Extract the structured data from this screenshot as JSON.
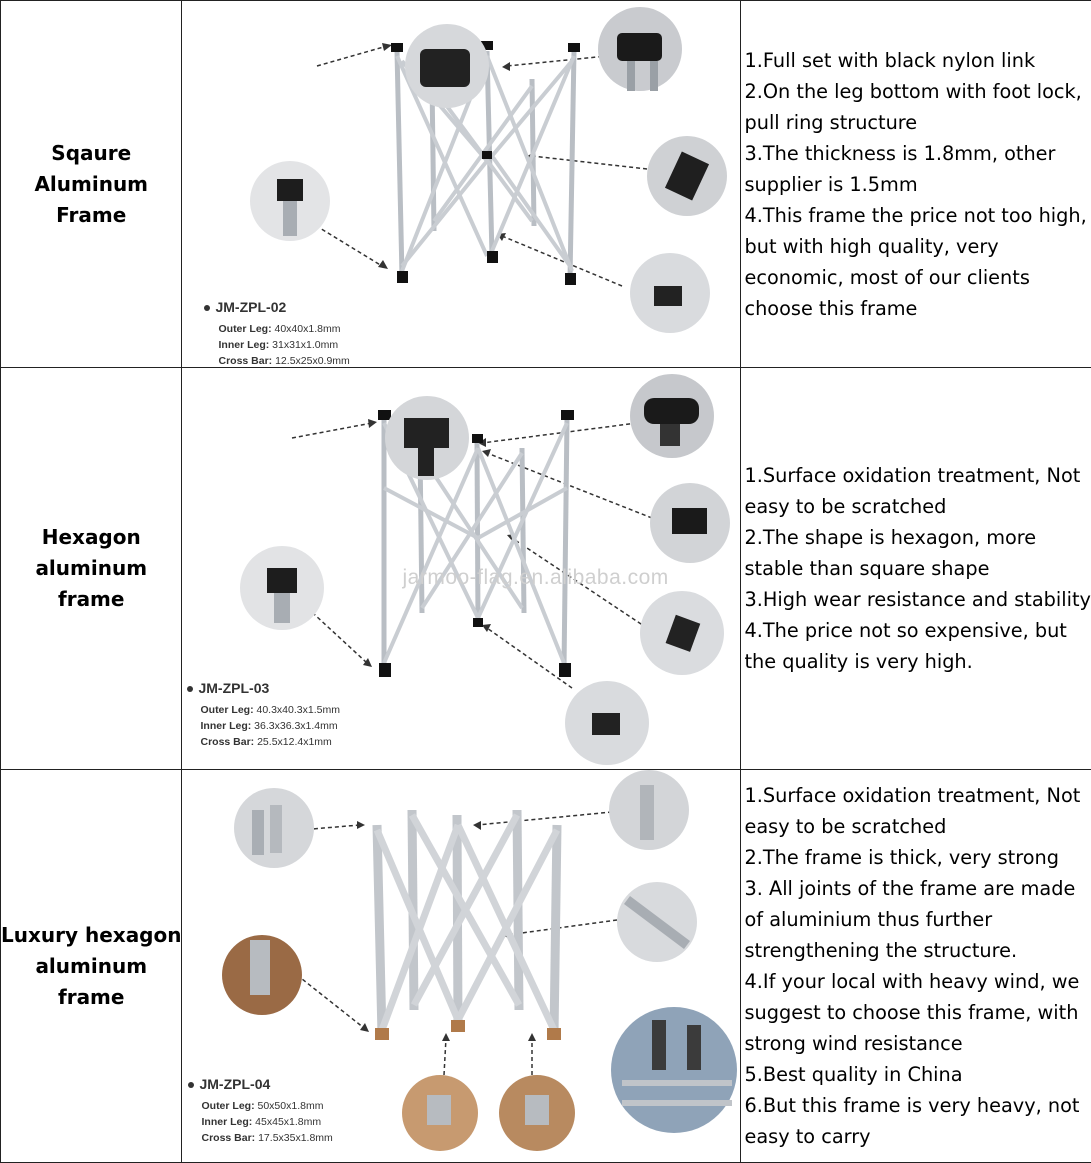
{
  "rows": [
    {
      "name_lines": [
        "Sqaure",
        "Aluminum",
        "Frame"
      ],
      "model": "JM-ZPL-02",
      "specs": [
        {
          "label": "Outer Leg:",
          "value": "40x40x1.8mm"
        },
        {
          "label": "Inner Leg:",
          "value": "31x31x1.0mm"
        },
        {
          "label": "Cross Bar:",
          "value": "12.5x25x0.9mm"
        }
      ],
      "desc_lines": [
        "1.Full set with black nylon link",
        "2.On the leg bottom with foot lock,",
        "pull ring structure",
        "3.The thickness is 1.8mm, other",
        "supplier is 1.5mm",
        "4.This frame the price not too high,",
        "but with high quality, very",
        "economic, most of our clients",
        "choose this frame"
      ]
    },
    {
      "name_lines": [
        "Hexagon",
        "aluminum",
        "frame"
      ],
      "model": "JM-ZPL-03",
      "watermark": "jarmoo-flag.en.alibaba.com",
      "specs": [
        {
          "label": "Outer Leg:",
          "value": "40.3x40.3x1.5mm"
        },
        {
          "label": "Inner Leg:",
          "value": "36.3x36.3x1.4mm"
        },
        {
          "label": "Cross Bar:",
          "value": "25.5x12.4x1mm"
        }
      ],
      "desc_lines": [
        "1.Surface oxidation treatment, Not",
        "easy to be scratched",
        "2.The shape is hexagon, more",
        "stable than square shape",
        "3.High wear resistance and stability",
        "4.The price not so expensive, but",
        "the quality is very high."
      ]
    },
    {
      "name_lines": [
        "Luxury hexagon",
        "aluminum",
        "frame"
      ],
      "model": "JM-ZPL-04",
      "specs": [
        {
          "label": "Outer Leg:",
          "value": "50x50x1.8mm"
        },
        {
          "label": "Inner Leg:",
          "value": "45x45x1.8mm"
        },
        {
          "label": "Cross Bar:",
          "value": "17.5x35x1.8mm"
        }
      ],
      "desc_lines": [
        "1.Surface oxidation treatment, Not",
        "easy to be scratched",
        "2.The frame is thick, very strong",
        "3. All joints of the frame are made",
        "of aluminium thus further",
        "strengthening the structure.",
        "4.If your local with heavy wind, we",
        "suggest to choose this frame, with",
        "strong wind resistance",
        "5.Best quality in China",
        "6.But this frame is very heavy, not",
        "easy to carry"
      ]
    }
  ]
}
